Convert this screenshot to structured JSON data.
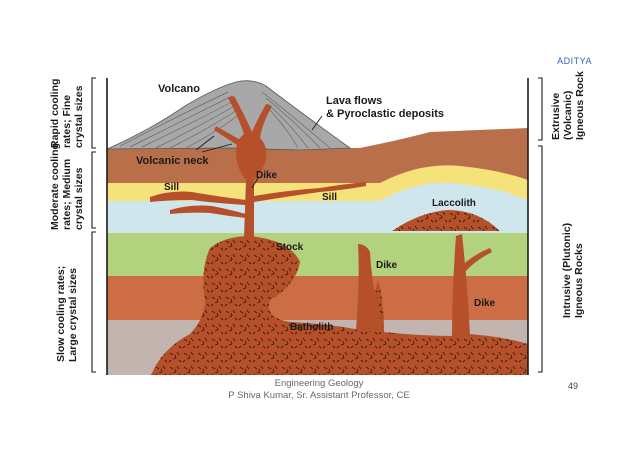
{
  "brand": "ADITYA",
  "labels": {
    "volcano": "Volcano",
    "lava_line1": "Lava flows",
    "lava_line2": "& Pyroclastic deposits",
    "volcanic_neck": "Volcanic neck",
    "dike_upper": "Dike",
    "sill_left": "Sill",
    "sill_right": "Sill",
    "laccolith": "Laccolith",
    "stock": "Stock",
    "dike_middle": "Dike",
    "dike_right": "Dike",
    "batholith": "Batholith"
  },
  "left_side": {
    "rapid": [
      "Rapid cooling",
      "rates; Fine",
      "crystal sizes"
    ],
    "moderate": [
      "Moderate cooling",
      "rates; Medium",
      "crystal sizes"
    ],
    "slow": [
      "Slow cooling rates;",
      "Large crystal sizes"
    ]
  },
  "right_side": {
    "extrusive": [
      "Extrusive",
      "(Volcanic)",
      "Igneous Rock"
    ],
    "intrusive": [
      "Intrusive (Plutonic)",
      "Igneous Rocks"
    ]
  },
  "footer": {
    "line1": "Engineering Geology",
    "line2": "P Shiva Kumar, Sr. Assistant  Professor, CE"
  },
  "page_number": "49",
  "colors": {
    "magma": "#b5502a",
    "brown_layer": "#b9704a",
    "yellow_layer": "#f6e27a",
    "blue_layer": "#cfe7ec",
    "green_layer": "#b3d27e",
    "orange_layer": "#cd6d45",
    "gray_layer": "#c2b5b0",
    "volcano_gray": "#a8a8a8"
  }
}
